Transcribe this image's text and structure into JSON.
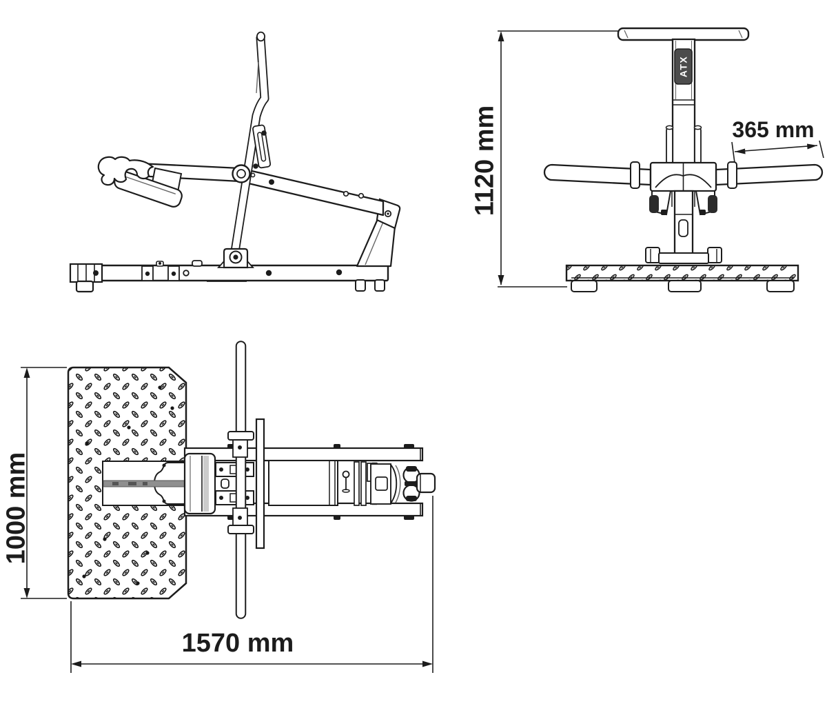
{
  "drawing": {
    "type": "technical-dimension-drawing",
    "views": {
      "side_view": "side elevation of lever arm machine",
      "front_view": "front elevation with T-handle and grip handles",
      "top_view": "plan view with checker-plate platform"
    }
  },
  "dimensions": {
    "front_height": "1120 mm",
    "handle_length": "365 mm",
    "top_depth": "1000 mm",
    "top_length": "1570 mm"
  },
  "logo": {
    "text": "ATX"
  },
  "colors": {
    "line": "#1c1c1c",
    "background": "#ffffff",
    "badge": "#4c4c4c",
    "badge_text": "#ffffff",
    "rod_gray": "#8f8f8f"
  }
}
